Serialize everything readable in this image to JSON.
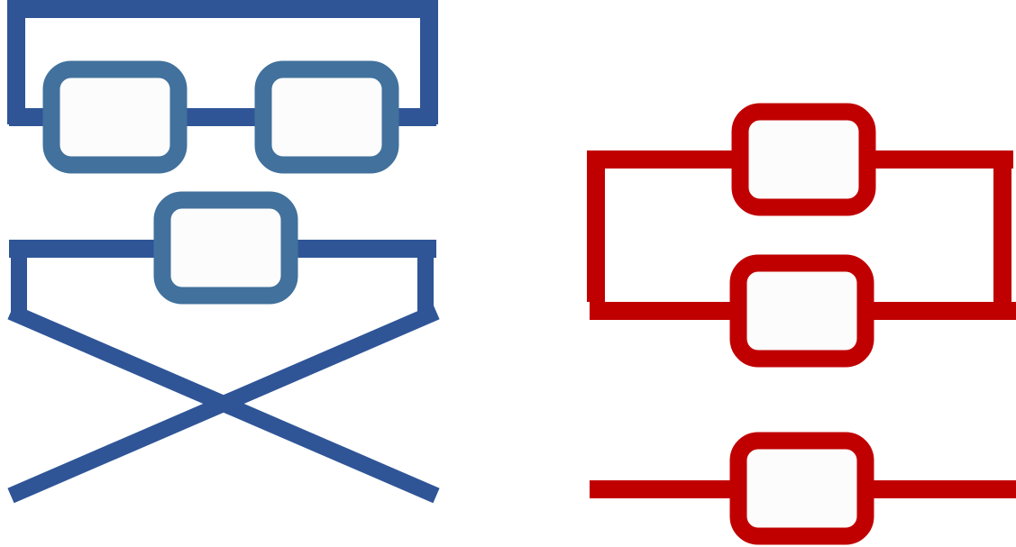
{
  "colors": {
    "left_wire": "#2f5597",
    "left_box": "#41719c",
    "right_wire": "#c00000",
    "right_box": "#c00000",
    "box_fill": "#fcfcfc",
    "background": "#ffffff"
  },
  "left_diagram": {
    "description_icon": "blue-circuit-icon",
    "elements": [
      {
        "id": "top-left-box"
      },
      {
        "id": "top-right-box"
      },
      {
        "id": "middle-box"
      }
    ]
  },
  "right_diagram": {
    "description_icon": "red-circuit-icon",
    "elements": [
      {
        "id": "parallel-top-box"
      },
      {
        "id": "parallel-bottom-box"
      },
      {
        "id": "series-box"
      }
    ]
  }
}
